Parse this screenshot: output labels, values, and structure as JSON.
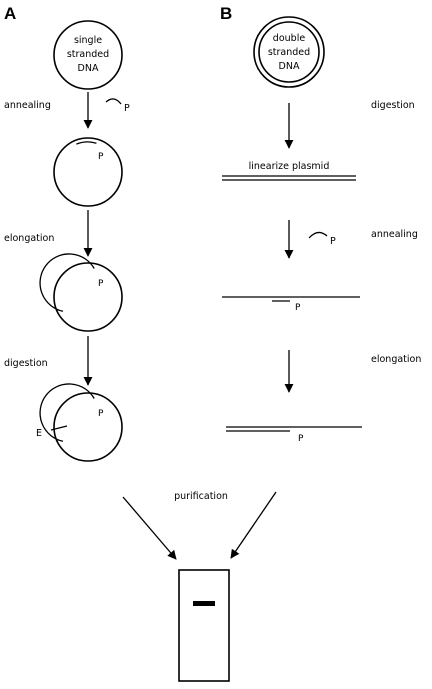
{
  "panels": {
    "a": "A",
    "b": "B"
  },
  "circle_a_text": [
    "single",
    "stranded",
    "DNA"
  ],
  "circle_b_text": [
    "double",
    "stranded",
    "DNA"
  ],
  "left_steps": {
    "annealing": "annealing",
    "elongation": "elongation",
    "digestion": "digestion"
  },
  "right_steps": {
    "digestion": "digestion",
    "linearize": "linearize plasmid",
    "annealing": "annealing",
    "elongation": "elongation"
  },
  "markers": {
    "primer": "P",
    "enzyme": "E"
  },
  "purification": "purification"
}
